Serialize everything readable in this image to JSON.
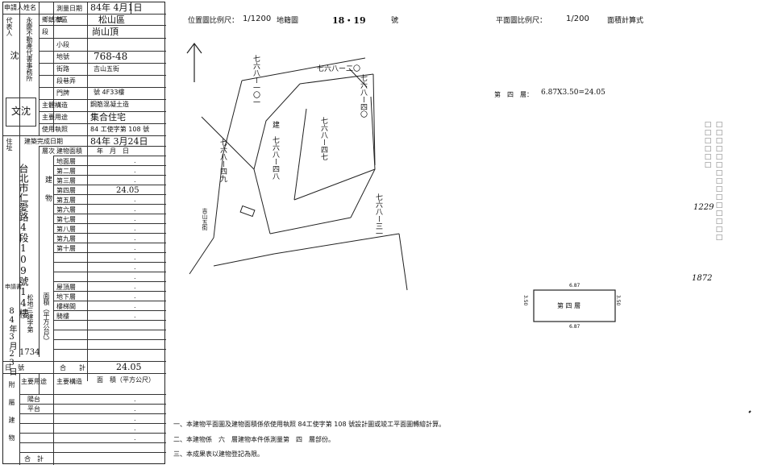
{
  "form": {
    "applicant_label": "申請人姓名",
    "agent_label": "代表人",
    "agent_name": "沈",
    "company_label": "永慶不動產代書事務所",
    "survey_date_label": "測量日期",
    "survey_date_value": "84年 4月1日",
    "town_label": "鄉鎮市區",
    "town_value": "松山區",
    "township_label": "鎮",
    "section_label": "段",
    "section_value": "尚山頂",
    "subsection_label": "小段",
    "lot_label": "地號",
    "lot_value": "768-48",
    "street_label": "街路",
    "street_value": "吉山五街",
    "lane_label": "段巷弄",
    "door_label": "門牌",
    "door_value": "號 4F33樓",
    "structure_label": "主體構造",
    "structure_value": "鋼筋混凝土造",
    "use_label": "主要用途",
    "use_value": "集合住宅",
    "license_label": "使用執照",
    "license_value": "84 工使字第 108 號",
    "completion_label": "建築完成日期",
    "completion_value": "84年 3月24日",
    "floor_header_1": "層次",
    "floor_header_2": "建物面積",
    "floor_header_date": "年　月　日",
    "floors": [
      {
        "label": "地面層",
        "value": "."
      },
      {
        "label": "第二層",
        "value": "."
      },
      {
        "label": "第三層",
        "value": "."
      },
      {
        "label": "第四層",
        "value": "24.05"
      },
      {
        "label": "第五層",
        "value": "."
      },
      {
        "label": "第六層",
        "value": "."
      },
      {
        "label": "第七層",
        "value": "."
      },
      {
        "label": "第八層",
        "value": "."
      },
      {
        "label": "第九層",
        "value": "."
      },
      {
        "label": "第十層",
        "value": "."
      }
    ],
    "extra_rows": [
      {
        "label": "",
        "value": "."
      },
      {
        "label": "",
        "value": "."
      },
      {
        "label": "",
        "value": "."
      },
      {
        "label": "屋頂層",
        "value": "."
      },
      {
        "label": "地下層",
        "value": "."
      },
      {
        "label": "樓梯間",
        "value": "."
      },
      {
        "label": "騎樓",
        "value": "."
      }
    ],
    "total_label": "合　　計",
    "total_value": "24.05",
    "area_side_label": "面積（平方公尺）",
    "building_side_label": "建物",
    "address_side": "台北市仁愛路4段109號14樓",
    "address_label": "住址",
    "application_label": "申請書",
    "application_side": "松地三建字第",
    "application_date": "84年3月23日",
    "application_no": "1734",
    "day_label": "日　號",
    "appendage_header_use": "主要用途",
    "appendage_header_struct": "主要構造",
    "appendage_header_area": "面　積（平方公尺）",
    "appendage_side": "附屬建物",
    "appendage_rows": [
      {
        "use": "陽台",
        "value": "."
      },
      {
        "use": "平台",
        "value": "."
      },
      {
        "use": "",
        "value": "."
      },
      {
        "use": "",
        "value": "."
      },
      {
        "use": "",
        "value": "."
      }
    ],
    "appendage_total_label": "合　計",
    "stamp_text": "文沈"
  },
  "map": {
    "loc_scale_label": "位置圖比例尺：",
    "loc_scale_value": "1/1200",
    "map_sheet_label": "地籍圖",
    "map_sheet_value": "18・19",
    "map_sheet_suffix": "號",
    "plan_scale_label": "平面圖比例尺：",
    "plan_scale_value": "1/200",
    "plan_calc_label": "面積計算式",
    "floor_formula_label": "第　四　層：",
    "floor_formula_value": "6.87X3.50=24.05",
    "lot_top_right": "七六八ー二〇",
    "lot_top_right_2": "七六八ー四〇",
    "lot_left_top": "七六八ー一〇一",
    "lot_left_mid": "七六八ー四九",
    "lot_center": "建 七六八ー四八",
    "lot_center_right": "七六八ー四七",
    "lot_right": "七六八ー三一",
    "street_label": "吉山五街",
    "plan_label": "第 四 層",
    "dim_top": "6.87",
    "dim_bottom": "6.87",
    "dim_left": "3.50",
    "dim_right": "3.50",
    "side_note_1": "1229",
    "side_note_2": "1872",
    "notes": [
      "一、本建物平面圖及建物面積係依使用執照 84工使字第 108 號設計圖或竣工平面圖轉繪計算。",
      "二、本建物係　六　層建物本件係測量第　四　層部份。",
      "三、本成果表以建物登記為限。"
    ]
  }
}
